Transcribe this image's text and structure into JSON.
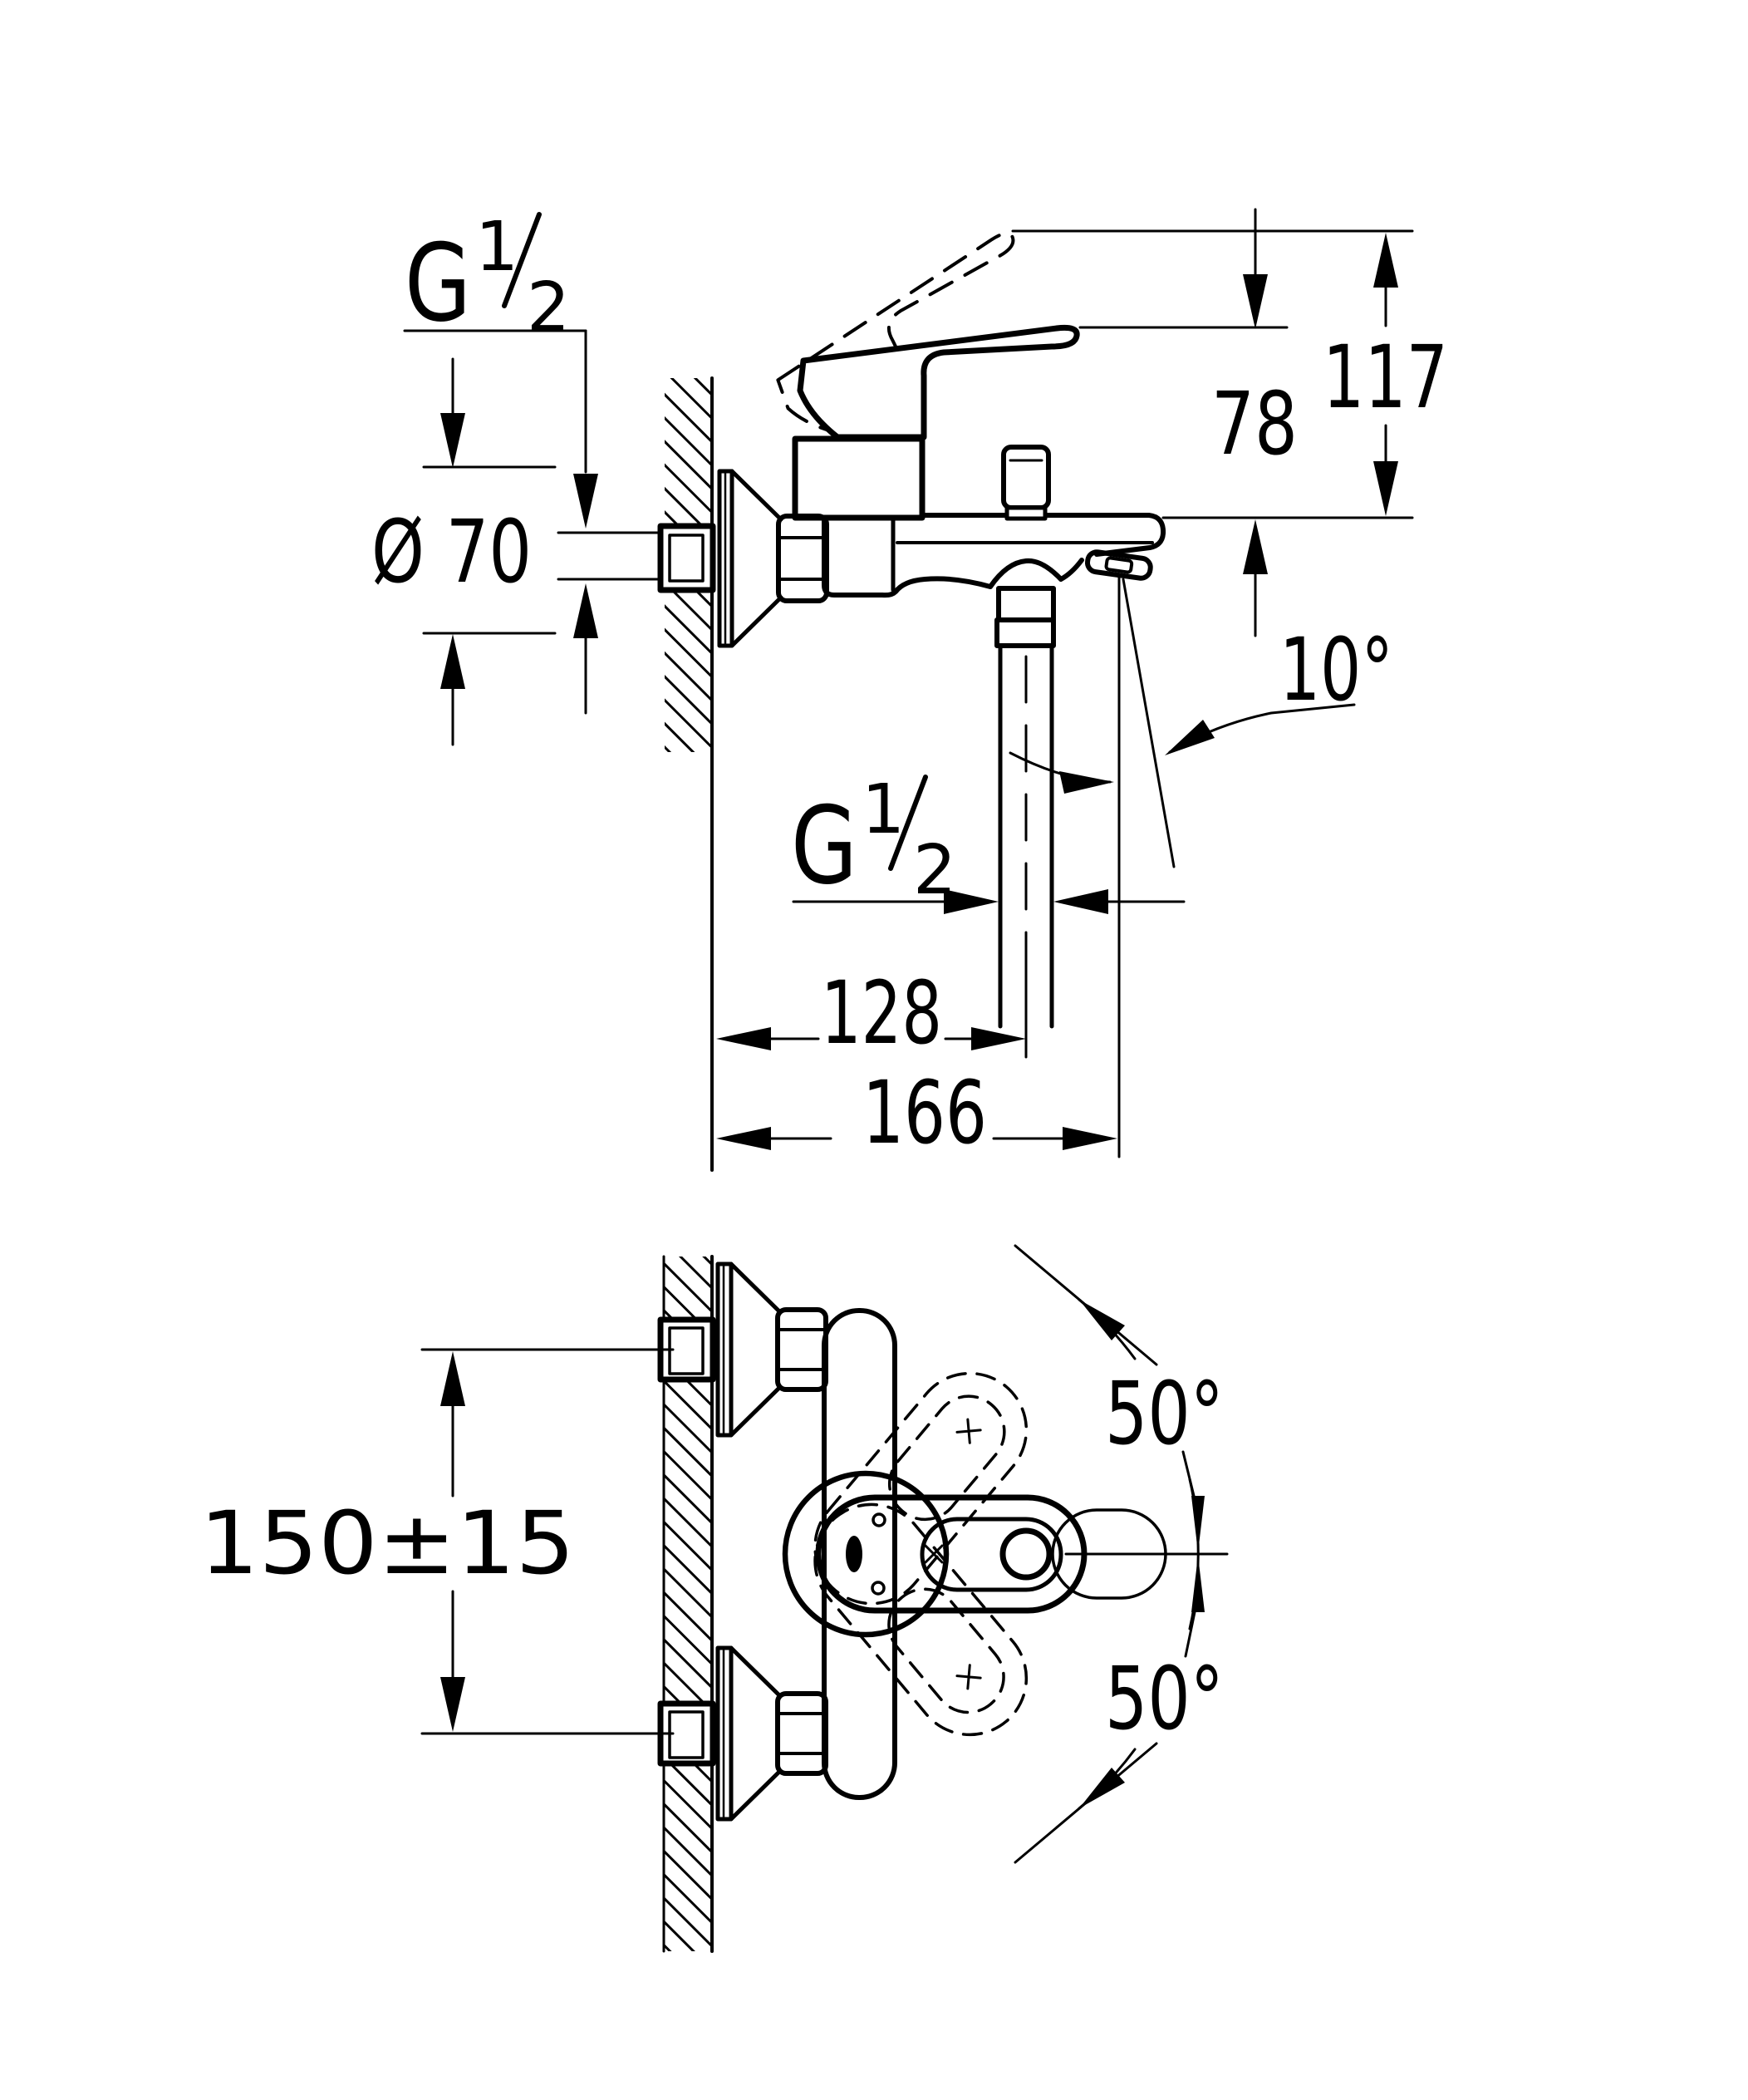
{
  "page": {
    "background": "#ffffff",
    "line_color": "#000000"
  },
  "front_view": {
    "wall_thread_label": {
      "letter": "G",
      "numerator": "1",
      "denominator": "2"
    },
    "escutcheon_diameter_label": "Ø 70",
    "height_78_label": "78",
    "height_117_label": "117",
    "spout_angle_label": "10°",
    "hose_thread_label": {
      "letter": "G",
      "numerator": "1",
      "denominator": "2"
    },
    "wall_to_hose_label": "128",
    "wall_to_outlet_label": "166"
  },
  "top_view": {
    "hole_spacing_label": "150±15",
    "handle_swing_upper_label": "50°",
    "handle_swing_lower_label": "50°"
  }
}
